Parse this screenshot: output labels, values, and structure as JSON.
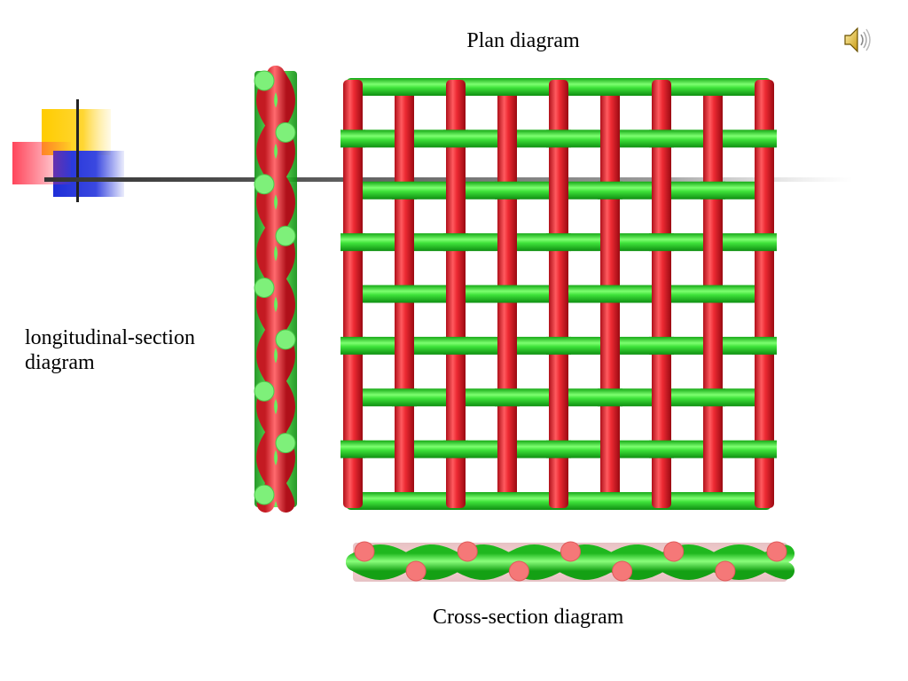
{
  "labels": {
    "plan": "Plan diagram",
    "longitudinal": "longitudinal-section diagram",
    "cross": "Cross-section diagram"
  },
  "colors": {
    "warp_red": "#e8262e",
    "weft_green": "#35e035",
    "green_dot": "#7ef07a",
    "red_dot": "#f57878",
    "deco_yellow": "#ffd000",
    "deco_blue": "#2a3ad8",
    "deco_pink": "#ff5a6a"
  },
  "icons": {
    "sound": "speaker-icon"
  }
}
